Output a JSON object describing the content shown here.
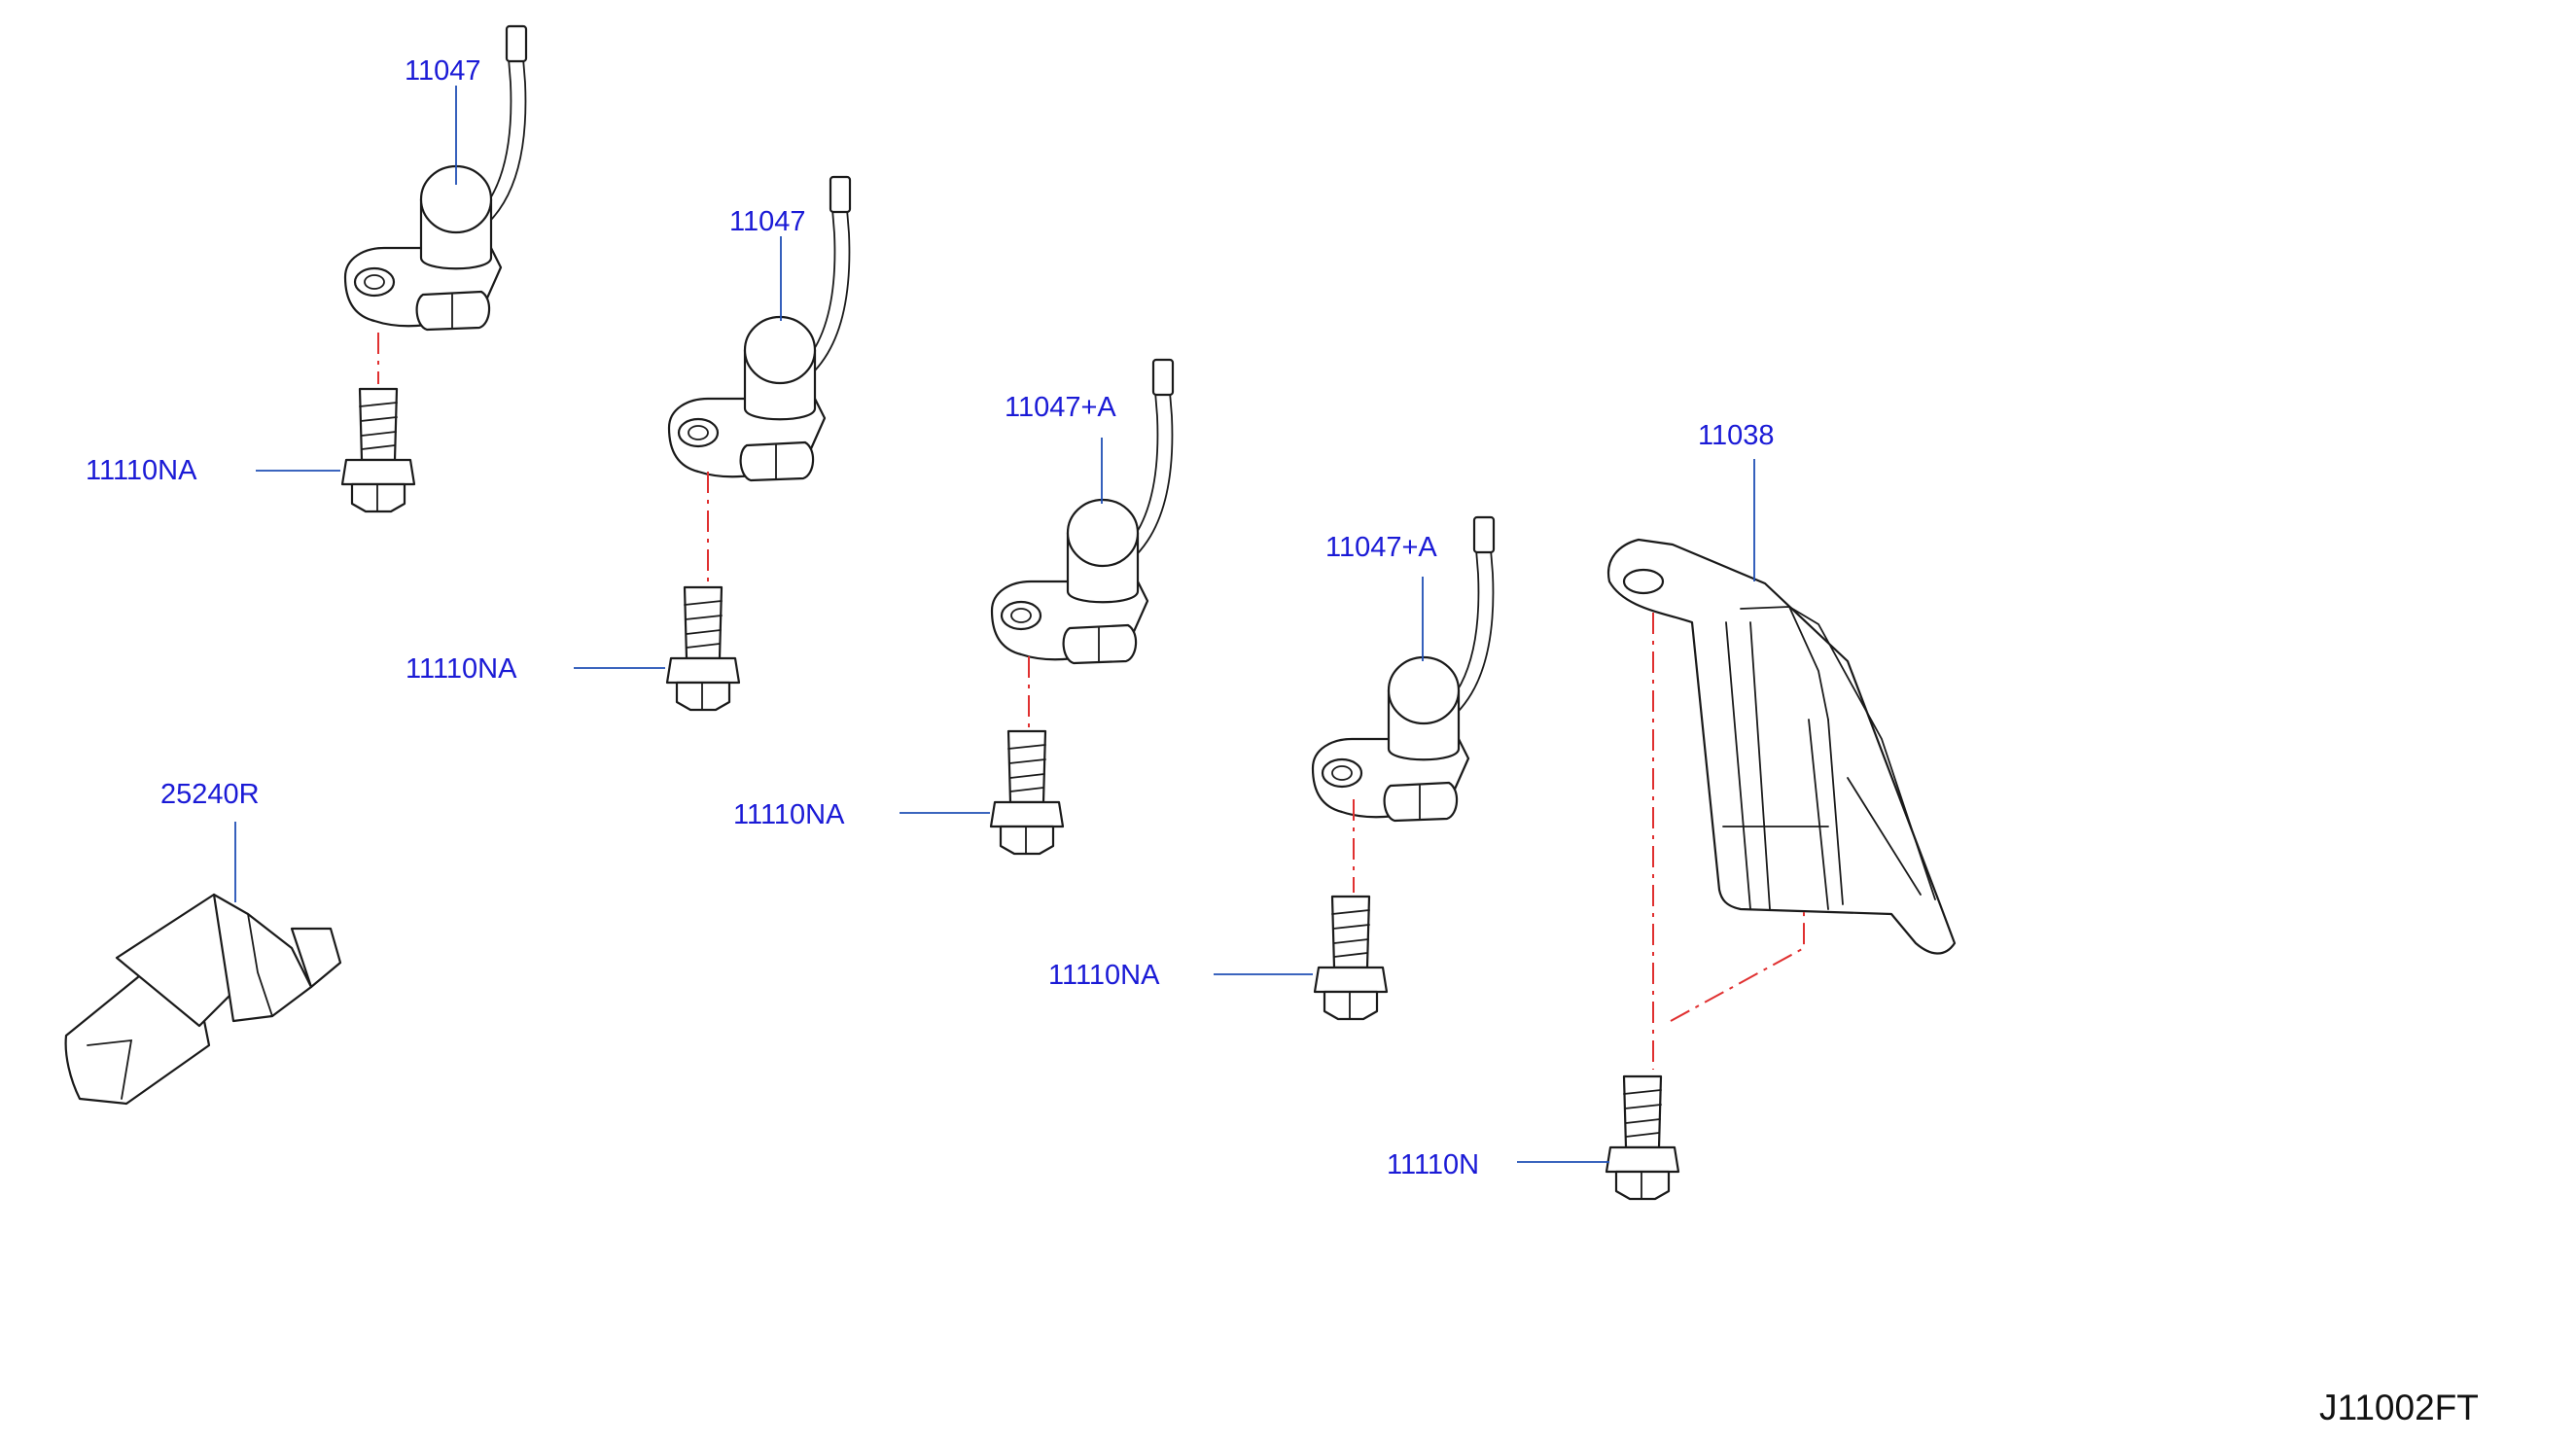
{
  "callouts": {
    "sensor_1": "11047",
    "sensor_2": "11047",
    "sensor_3": "11047+A",
    "sensor_4": "11047+A",
    "bolt_1": "11110NA",
    "bolt_2": "11110NA",
    "bolt_3": "11110NA",
    "bolt_4": "11110NA",
    "bolt_5": "11110N",
    "bracket": "11038",
    "switch": "25240R"
  },
  "diagram_code": "J11002FT",
  "colors": {
    "callout_text": "#1a1ad6",
    "leader_line": "#1f4fb5",
    "center_line": "#e03030",
    "outline": "#1a1a1a"
  }
}
